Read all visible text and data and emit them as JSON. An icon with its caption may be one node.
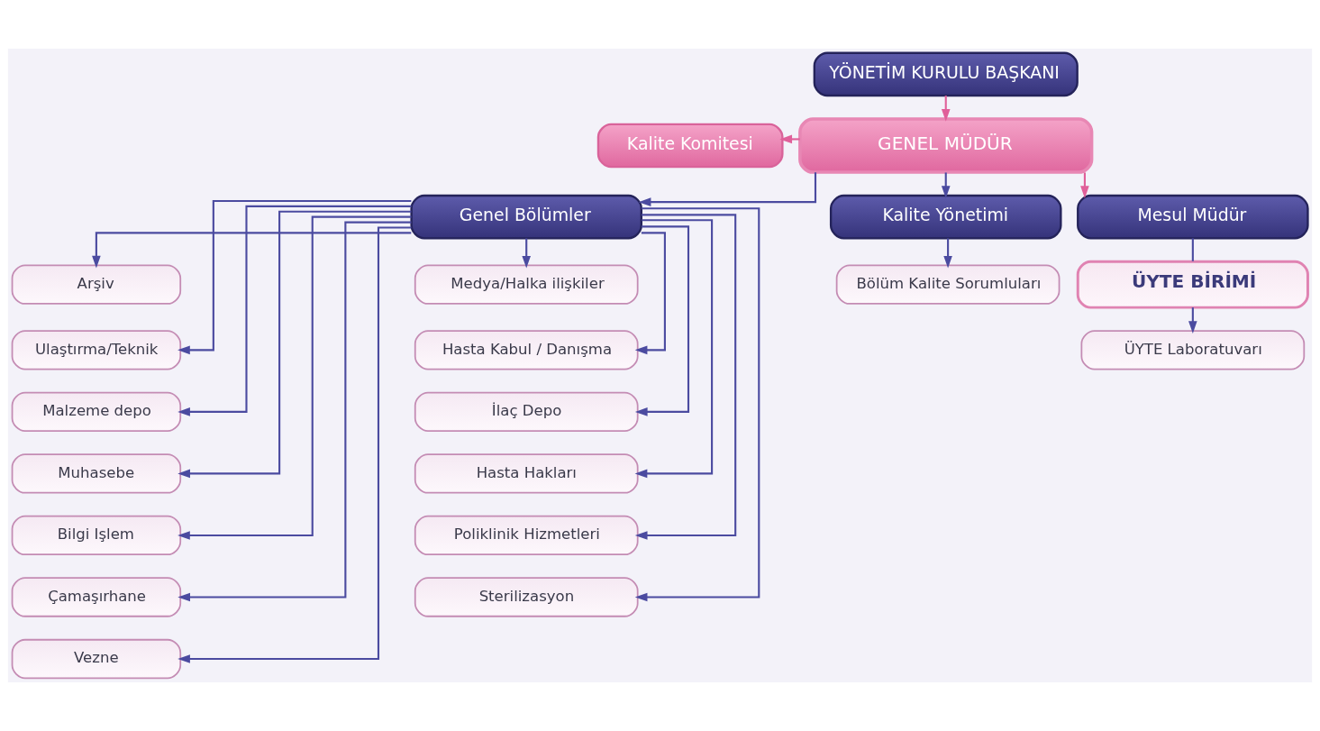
{
  "diagram": {
    "nodes": [
      {
        "text": [
          "YÖNETİM KURULU BAŞKANI"
        ]
      },
      {
        "text": [
          "GENEL MÜDÜR"
        ]
      },
      {
        "text": [
          "Kalite Komitesi"
        ]
      },
      {
        "text": [
          "Genel Bölümler"
        ]
      },
      {
        "text": [
          "Kalite Yönetimi"
        ]
      },
      {
        "text": [
          "Mesul Müdür"
        ]
      },
      {
        "text": [
          "Arşiv"
        ]
      },
      {
        "text": [
          "Ulaştırma/Teknik"
        ]
      },
      {
        "text": [
          "Malzeme depo"
        ]
      },
      {
        "text": [
          "Muhasebe"
        ]
      },
      {
        "text": [
          "Bilgi Işlem"
        ]
      },
      {
        "text": [
          "Çamaşırhane"
        ]
      },
      {
        "text": [
          "Vezne"
        ]
      },
      {
        "text": [
          "Medya/Halka ilişkiler"
        ]
      },
      {
        "text": [
          "Hasta Kabul / Danışma"
        ]
      },
      {
        "text": [
          "İlaç Depo"
        ]
      },
      {
        "text": [
          "Hasta Hakları"
        ]
      },
      {
        "text": [
          "Poliklinik Hizmetleri"
        ]
      },
      {
        "text": [
          "Sterilizasyon"
        ]
      },
      {
        "text": [
          "Bölüm Kalite Sorumluları"
        ]
      },
      {
        "text": [
          "ÜYTE BİRİMİ"
        ]
      },
      {
        "text": [
          "ÜYTE Laboratuvarı"
        ]
      }
    ],
    "edges": [
      {
        "from": 0,
        "to": 1,
        "arrow": "to",
        "color": "#e0609a"
      },
      {
        "from": 1,
        "to": 2,
        "arrow": "to",
        "color": "#e0609a"
      },
      {
        "from": 1,
        "to": 3,
        "arrow": "to"
      },
      {
        "from": 1,
        "to": 4,
        "arrow": "to"
      },
      {
        "from": 1,
        "to": 5,
        "arrow": "to",
        "color": "#e0609a"
      },
      {
        "from": 3,
        "to": 6,
        "arrow": "to"
      },
      {
        "from": 3,
        "to": 7,
        "arrow": "to"
      },
      {
        "from": 3,
        "to": 8,
        "arrow": "to"
      },
      {
        "from": 3,
        "to": 9,
        "arrow": "to"
      },
      {
        "from": 3,
        "to": 10,
        "arrow": "to"
      },
      {
        "from": 3,
        "to": 11,
        "arrow": "to"
      },
      {
        "from": 3,
        "to": 12,
        "arrow": "to"
      },
      {
        "from": 3,
        "to": 13,
        "arrow": "to"
      },
      {
        "from": 3,
        "to": 14,
        "arrow": "to"
      },
      {
        "from": 3,
        "to": 15,
        "arrow": "to"
      },
      {
        "from": 3,
        "to": 16,
        "arrow": "to"
      },
      {
        "from": 3,
        "to": 17,
        "arrow": "to"
      },
      {
        "from": 3,
        "to": 18,
        "arrow": "to"
      },
      {
        "from": 4,
        "to": 19,
        "arrow": "to"
      },
      {
        "from": 5,
        "to": 20,
        "arrow": "none"
      },
      {
        "from": 20,
        "to": 21,
        "arrow": "to"
      }
    ]
  }
}
